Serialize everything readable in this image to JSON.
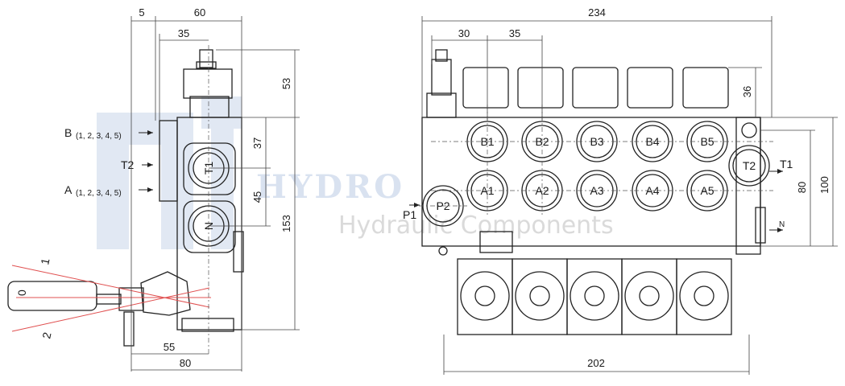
{
  "watermark": {
    "brand": "HYDRO",
    "tagline": "Hydraulic Components"
  },
  "side_view": {
    "dims": {
      "d5": "5",
      "d60": "60",
      "d35": "35",
      "d53": "53",
      "d37": "37",
      "d45": "45",
      "d153": "153",
      "d55": "55",
      "d80": "80"
    },
    "labels": {
      "b_letter": "B",
      "b_nums": "(1, 2, 3, 4, 5)",
      "t2": "T2",
      "a_letter": "A",
      "a_nums": "(1, 2, 3, 4, 5)",
      "t1_port": "T1",
      "n_port": "N",
      "lever_pos_1": "1",
      "lever_pos_0": "0",
      "lever_pos_2": "2"
    }
  },
  "front_view": {
    "dims": {
      "d234": "234",
      "d30": "30",
      "d35": "35",
      "d36": "36",
      "d80": "80",
      "d100": "100",
      "d202": "202"
    },
    "ports_b": [
      "B1",
      "B2",
      "B3",
      "B4",
      "B5"
    ],
    "ports_a": [
      "A1",
      "A2",
      "A3",
      "A4",
      "A5"
    ],
    "p2": "P2",
    "t2": "T2",
    "p1_label": "P1",
    "t1_label": "T1",
    "n_label": "N"
  }
}
